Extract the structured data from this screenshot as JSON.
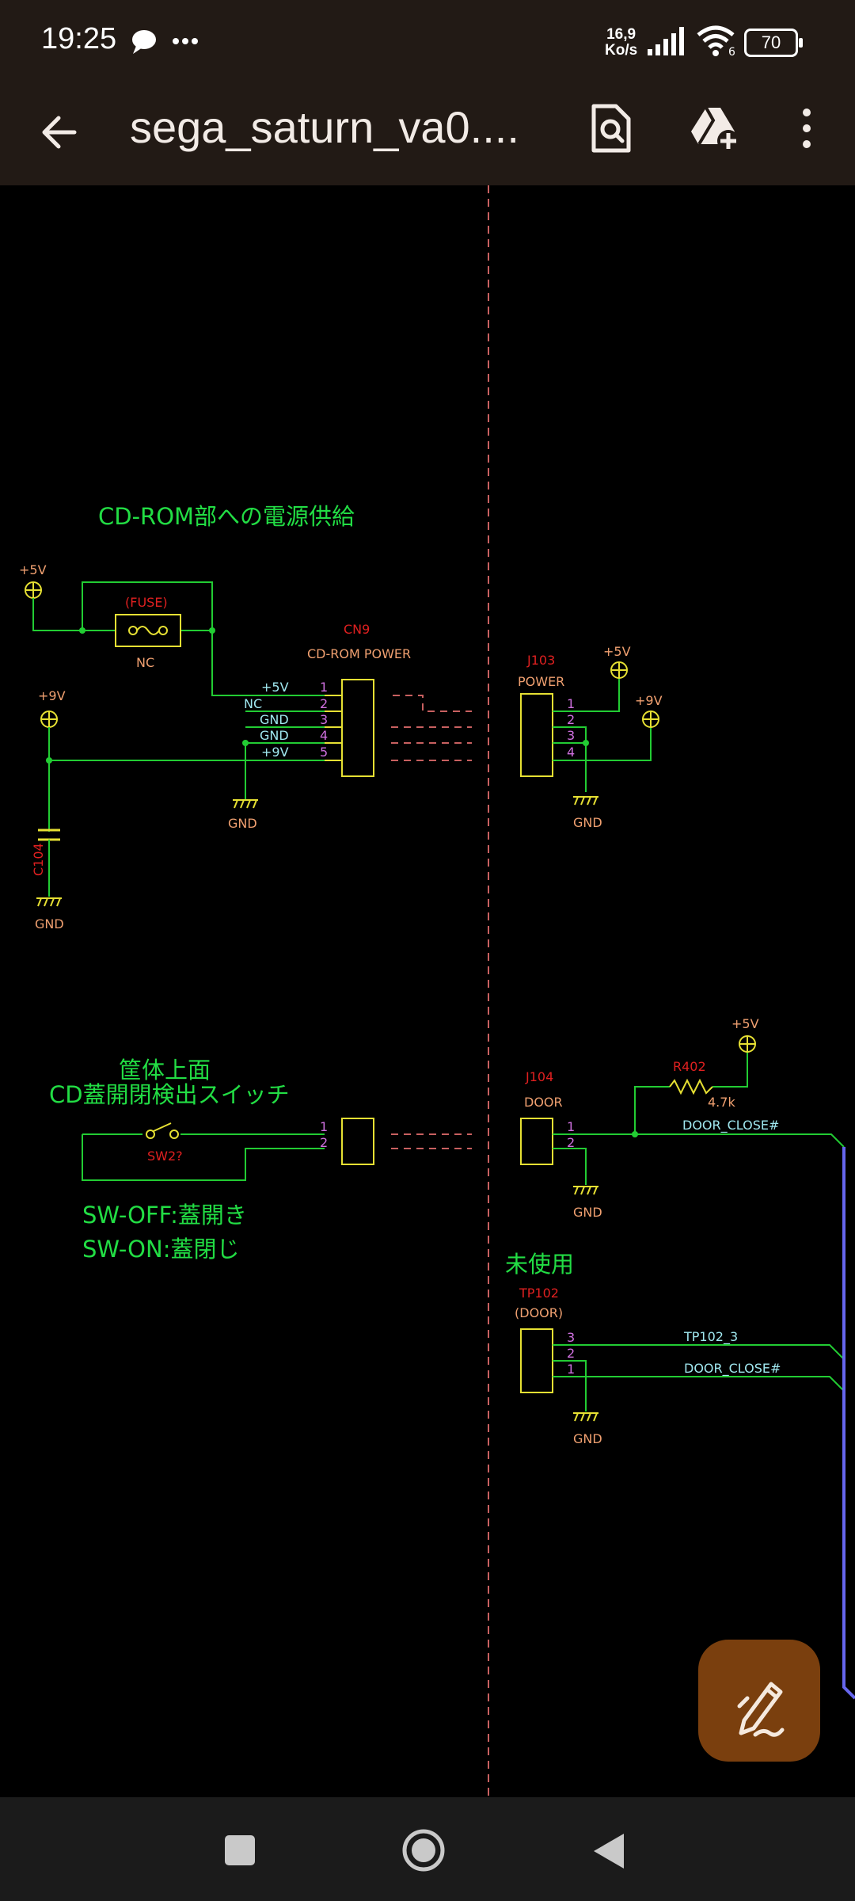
{
  "status_bar": {
    "time": "19:25",
    "net_speed_value": "16,9",
    "net_speed_unit": "Ko/s",
    "wifi_badge": "6",
    "battery": "70"
  },
  "app_bar": {
    "title": "sega_saturn_va0....",
    "icons": [
      "back-arrow-icon",
      "document-search-icon",
      "drive-add-icon",
      "more-vert-icon"
    ]
  },
  "schematic": {
    "power_section": {
      "heading": "CD-ROM部への電源供給",
      "supply_5v": "+5V",
      "supply_9v": "+9V",
      "fuse_label": "(FUSE)",
      "fuse_value": "NC",
      "capacitor": "C104",
      "gnd": "GND",
      "cn9_ref": "CN9",
      "cn9_name": "CD-ROM POWER",
      "cn9_pins": [
        {
          "net": "+5V",
          "pin": "1"
        },
        {
          "net": "NC",
          "pin": "2"
        },
        {
          "net": "GND",
          "pin": "3"
        },
        {
          "net": "GND",
          "pin": "4"
        },
        {
          "net": "+9V",
          "pin": "5"
        }
      ],
      "j103_ref": "J103",
      "j103_name": "POWER",
      "j103_pins": [
        "1",
        "2",
        "3",
        "4"
      ]
    },
    "door_section": {
      "heading_line1": "筐体上面",
      "heading_line2": "CD蓋開閉検出スイッチ",
      "switch_ref": "SW2?",
      "sw_pins": [
        "1",
        "2"
      ],
      "note_off": "SW-OFF:蓋開き",
      "note_on": "SW-ON:蓋閉じ",
      "j104_ref": "J104",
      "j104_name": "DOOR",
      "j104_pins": [
        "1",
        "2"
      ],
      "resistor_ref": "R402",
      "resistor_value": "4.7k",
      "net_door": "DOOR_CLOSE#"
    },
    "unused_section": {
      "heading": "未使用",
      "tp_ref": "TP102",
      "tp_name": "(DOOR)",
      "tp_pins": [
        "3",
        "2",
        "1"
      ],
      "net_tp": "TP102_3",
      "net_door": "DOOR_CLOSE#"
    }
  },
  "colors": {
    "wire": "#22cc33",
    "component": "#e6e033",
    "ref_text": "#e02020",
    "value_text": "#f0a070",
    "pin_number": "#d070e0",
    "net_label": "#a0e8f0",
    "annotation": "#22dd44",
    "divider": "#c86060",
    "bus": "#6666ee",
    "fab": "#7a3f0e",
    "bars": "#221a15"
  }
}
